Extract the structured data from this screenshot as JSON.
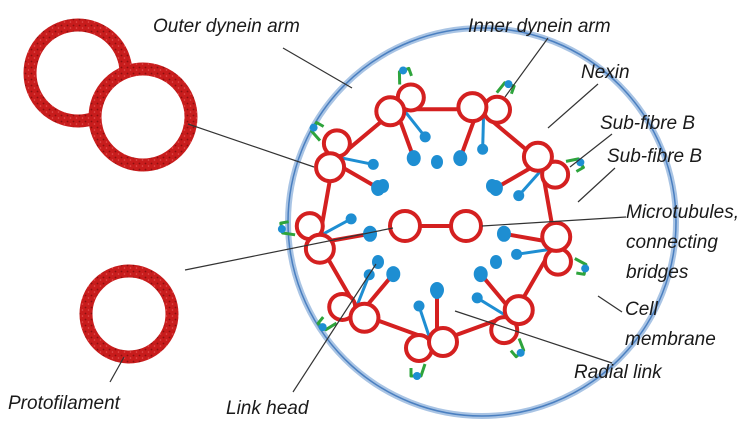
{
  "labels": {
    "outer_dynein_arm": "Outer dynein arm",
    "inner_dynein_arm": "Inner dynein arm",
    "nexin": "Nexin",
    "sub_fibre_b_1": "Sub-fibre B",
    "sub_fibre_b_2": "Sub-fibre B",
    "microtubules_line1": "Microtubules,",
    "microtubules_line2": "connecting",
    "microtubules_line3": "bridges",
    "cell_membrane_line1": "Cell",
    "cell_membrane_line2": "membrane",
    "radial_link": "Radial link",
    "protofilament": "Protofilament",
    "link_head": "Link head"
  },
  "colors": {
    "tubule": "#d42020",
    "tubule_dark": "#8a1010",
    "head": "#1e8ed2",
    "nexin": "#2ea43c",
    "membrane_outer": "#4a7fc0",
    "membrane_inner": "#a9c4e4",
    "leader": "#333333"
  }
}
